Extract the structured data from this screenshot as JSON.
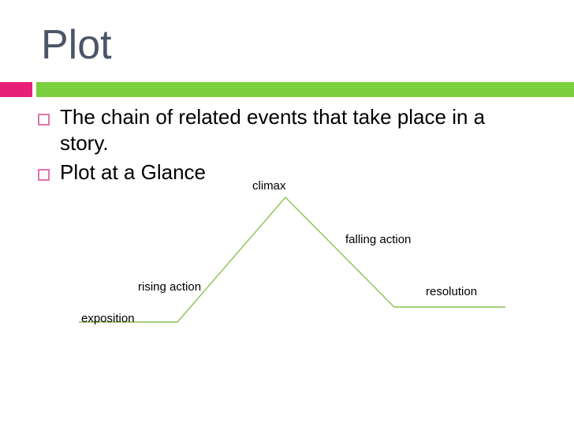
{
  "slide": {
    "title": "Plot",
    "title_color": "#4a5568",
    "background_color": "#ffffff",
    "accent_pink": "#e81f76",
    "accent_green": "#7ccf3f"
  },
  "body": {
    "bullets": [
      {
        "text": "The chain of related events that take place in a story.",
        "marker": "hollow-square"
      },
      {
        "text": "Plot at a Glance",
        "marker": "hollow-square"
      }
    ],
    "bullet_marker_color": "#e273ad",
    "text_color": "#000000"
  },
  "chart_data": {
    "type": "line",
    "title": "Plot at a Glance",
    "xlabel": "",
    "ylabel": "",
    "line_color": "#8cc152",
    "grid": false,
    "legend": "none",
    "xlim": [
      100,
      645
    ],
    "ylim": [
      250,
      410
    ],
    "annotations": [
      {
        "name": "exposition",
        "label": "exposition",
        "x": 103,
        "y": 395
      },
      {
        "name": "rising-action",
        "label": "rising action",
        "x": 175,
        "y": 355
      },
      {
        "name": "climax",
        "label": "climax",
        "x": 320,
        "y": 227
      },
      {
        "name": "falling-action",
        "label": "falling action",
        "x": 438,
        "y": 295
      },
      {
        "name": "resolution",
        "label": "resolution",
        "x": 540,
        "y": 361
      }
    ],
    "points": [
      {
        "stage": "exposition-start",
        "x": 100,
        "y": 408
      },
      {
        "stage": "exposition-end",
        "x": 225,
        "y": 408
      },
      {
        "stage": "climax-peak",
        "x": 362,
        "y": 250
      },
      {
        "stage": "resolution-start",
        "x": 500,
        "y": 389
      },
      {
        "stage": "resolution-end",
        "x": 641,
        "y": 389
      }
    ]
  }
}
